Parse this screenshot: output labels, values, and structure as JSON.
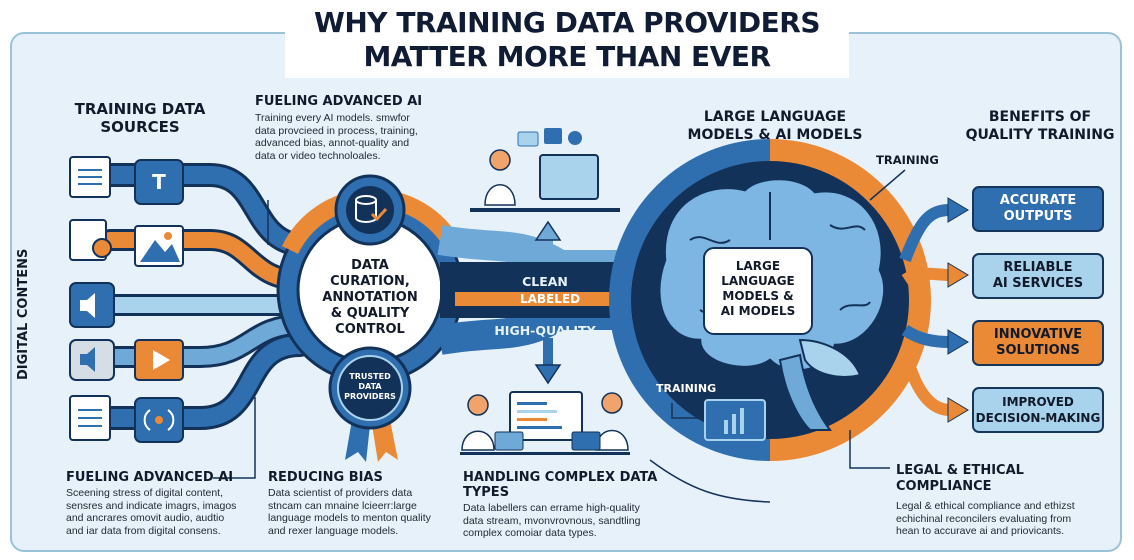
{
  "title": {
    "line1": "WHY TRAINING DATA PROVIDERS",
    "line2": "MATTER MORE THAN EVER"
  },
  "sources": {
    "heading_line1": "TRAINING DATA",
    "heading_line2": "SOURCES",
    "vertical_label": "DIGITAL CONTENS",
    "icons": [
      "document-icon",
      "text-scan-icon",
      "document-search-icon",
      "image-icon",
      "speaker-icon",
      "speaker-icon",
      "video-icon",
      "document-icon",
      "broadcast-icon"
    ]
  },
  "fueling_top": {
    "heading": "FUELING ADVANCED AI",
    "body": [
      "Training every AI models. smwfor",
      "data provcieed in process, training,",
      "advanced bias, annot-quality and",
      "data or video technoloales."
    ]
  },
  "curation": {
    "line1": "DATA",
    "line2": "CURATION,",
    "line3": "ANNOTATION",
    "line4": "& QUALITY",
    "line5": "CONTROL",
    "badge_line1": "TRUSTED",
    "badge_line2": "DATA",
    "badge_line3": "PROVIDERS"
  },
  "streams": {
    "clean": "CLEAN",
    "labeled": "LABELED",
    "high_quality": "HIGH-QUALITY",
    "training_left": "TRAINING",
    "training_top": "TRAINING"
  },
  "llm": {
    "heading_line1": "LARGE LANGUAGE",
    "heading_line2": "MODELS & AI MODELS",
    "box_line1": "LARGE",
    "box_line2": "LANGUAGE",
    "box_line3": "MODELS &",
    "box_line4": "AI MODELS"
  },
  "benefits": {
    "heading_line1": "BENEFITS OF",
    "heading_line2": "QUALITY TRAINING",
    "items": [
      {
        "line1": "ACCURATE",
        "line2": "OUTPUTS",
        "bg": "#2f6fb0",
        "fg": "#ffffff"
      },
      {
        "line1": "RELIABLE",
        "line2": "AI SERVICES",
        "bg": "#a9d3ec",
        "fg": "#111a2b"
      },
      {
        "line1": "INNOVATIVE",
        "line2": "SOLUTIONS",
        "bg": "#ea8a36",
        "fg": "#111a2b"
      },
      {
        "line1": "IMPROVED",
        "line2": "DECISION-MAKING",
        "bg": "#a9d3ec",
        "fg": "#111a2b"
      }
    ]
  },
  "bottom": {
    "fueling": {
      "heading": "FUELING ADVANCED AI",
      "body": [
        "Sceening stress of digital content,",
        "sensres and indicate imagrs, imagos",
        "and ancrares omovit audio, audtio",
        "and iar data from digital consens."
      ]
    },
    "bias": {
      "heading": "REDUCING BIAS",
      "body": [
        "Data scientist of providers data",
        "stncam can mnaine lcieerr:large",
        "language models to menton quality",
        "and rexer language models."
      ]
    },
    "complex": {
      "heading_line1": "HANDLING COMPLEX DATA",
      "heading_line2": "TYPES",
      "body": [
        "Data labellers can errame high-quality",
        "data stream, mvonvrovnous, sandtling",
        "complex comoiar data types."
      ]
    },
    "legal": {
      "heading_line1": "LEGAL & ETHICAL",
      "heading_line2": "COMPLIANCE",
      "body": [
        "Legal & ethical compliance and ethizst",
        "echichinal reconcilers evaluating from",
        "hean to accurave ai and priovicants."
      ]
    }
  },
  "colors": {
    "navy": "#13325a",
    "blue": "#2f6fb0",
    "light_blue": "#a9d3ec",
    "orange": "#ea8a36",
    "panel": "#e7f1f9"
  }
}
